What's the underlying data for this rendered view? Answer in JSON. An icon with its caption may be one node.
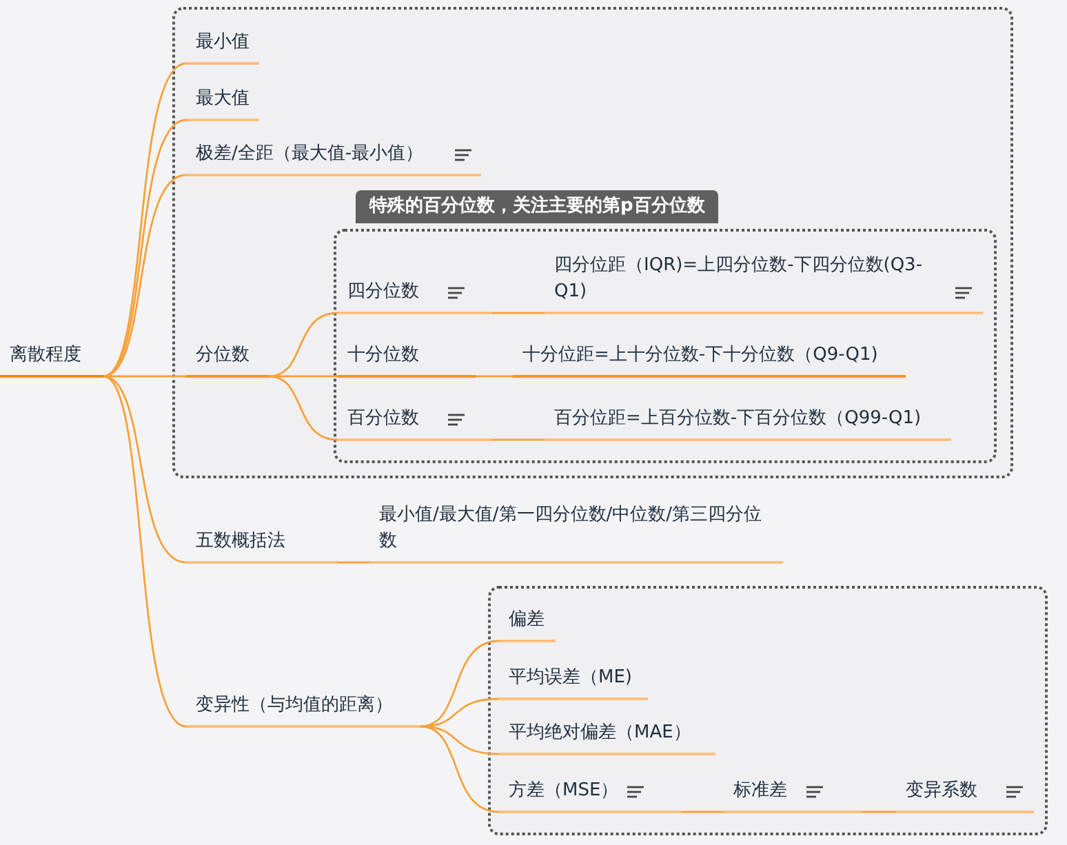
{
  "diagram": {
    "nodes": [
      {
        "text": [
          "离散程度"
        ]
      },
      {
        "text": [],
        "shape": "box"
      },
      {
        "text": [
          "最小值"
        ],
        "in": 1
      },
      {
        "text": [
          "最大值"
        ],
        "in": 1
      },
      {
        "text": [
          "极差/全距（最大值-最小值）"
        ],
        "in": 1
      },
      {
        "text": [
          "分位数"
        ],
        "in": 1
      },
      {
        "text": [
          "特殊的百分位数，关注主要的第p百分位数"
        ],
        "in": 1
      },
      {
        "text": [
          "四分位数"
        ],
        "in": 6
      },
      {
        "text": [
          "四分位距（IQR)=上四分位数-下四分位数(Q3-Q1)"
        ],
        "in": 6
      },
      {
        "text": [
          "十分位数"
        ],
        "in": 6
      },
      {
        "text": [
          "十分位距=上十分位数-下十分位数（Q9-Q1)"
        ],
        "in": 6
      },
      {
        "text": [
          "百分位数"
        ],
        "in": 6
      },
      {
        "text": [
          "百分位距=上百分位数-下百分位数（Q99-Q1)"
        ],
        "in": 6
      },
      {
        "text": [
          "五数概括法"
        ]
      },
      {
        "text": [
          "最小值/最大值/第一四分位数/中位数/第三四分位数"
        ]
      },
      {
        "text": [
          "变异性（与均值的距离）"
        ]
      },
      {
        "text": [],
        "shape": "box"
      },
      {
        "text": [
          "偏差"
        ],
        "in": 16
      },
      {
        "text": [
          "平均误差（ME)"
        ],
        "in": 16
      },
      {
        "text": [
          "平均绝对偏差（MAE）"
        ],
        "in": 16
      },
      {
        "text": [
          "方差（MSE）"
        ],
        "in": 16
      },
      {
        "text": [
          "标准差"
        ],
        "in": 16
      },
      {
        "text": [
          "变异系数"
        ],
        "in": 16
      }
    ],
    "edges": [
      {
        "from": 0,
        "to": 2,
        "arrow": "none"
      },
      {
        "from": 0,
        "to": 3,
        "arrow": "none"
      },
      {
        "from": 0,
        "to": 4,
        "arrow": "none"
      },
      {
        "from": 0,
        "to": 5,
        "arrow": "none"
      },
      {
        "from": 5,
        "to": 7,
        "arrow": "none"
      },
      {
        "from": 5,
        "to": 9,
        "arrow": "none"
      },
      {
        "from": 5,
        "to": 11,
        "arrow": "none"
      },
      {
        "from": 7,
        "to": 8,
        "arrow": "none"
      },
      {
        "from": 9,
        "to": 10,
        "arrow": "none"
      },
      {
        "from": 11,
        "to": 12,
        "arrow": "none"
      },
      {
        "from": 0,
        "to": 13,
        "arrow": "none"
      },
      {
        "from": 13,
        "to": 14,
        "arrow": "none"
      },
      {
        "from": 0,
        "to": 15,
        "arrow": "none"
      },
      {
        "from": 15,
        "to": 17,
        "arrow": "none"
      },
      {
        "from": 15,
        "to": 18,
        "arrow": "none"
      },
      {
        "from": 15,
        "to": 19,
        "arrow": "none"
      },
      {
        "from": 15,
        "to": 20,
        "arrow": "none"
      },
      {
        "from": 20,
        "to": 21,
        "arrow": "none"
      },
      {
        "from": 21,
        "to": 22,
        "arrow": "none"
      }
    ]
  }
}
